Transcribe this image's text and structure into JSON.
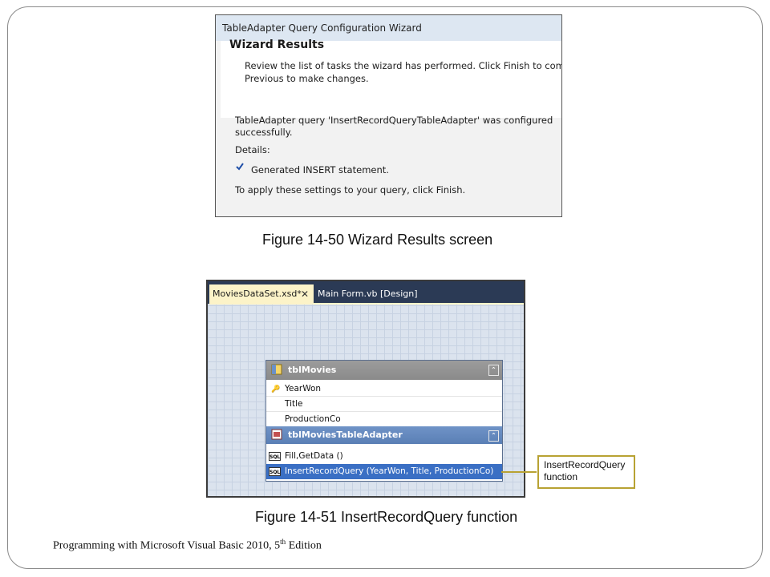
{
  "wizard": {
    "title": "TableAdapter Query Configuration Wizard",
    "heading": "Wizard Results",
    "desc_line1": "Review the list of tasks the wizard has performed. Click Finish to compl",
    "desc_line2": "Previous to make changes.",
    "result_line1": "TableAdapter query 'InsertRecordQueryTableAdapter' was configured",
    "result_line2": "successfully.",
    "details_label": "Details:",
    "detail_item": "Generated INSERT statement.",
    "apply_text": "To apply these settings to your query, click Finish."
  },
  "caption1": "Figure 14-50 Wizard Results screen",
  "designer": {
    "active_tab": "MoviesDataSet.xsd*",
    "close_glyph": "✕",
    "inactive_tab": "Main Form.vb [Design]",
    "table_name": "tblMovies",
    "columns": [
      "YearWon",
      "Title",
      "ProductionCo"
    ],
    "adapter_name": "tblMoviesTableAdapter",
    "queries": [
      "Fill,GetData ()",
      "InsertRecordQuery (YearWon, Title, ProductionCo)"
    ],
    "collapse_glyph": "⌃",
    "sql_icon_text": "SQL"
  },
  "callout": {
    "line1": "InsertRecordQuery",
    "line2": "function"
  },
  "caption2": "Figure 14-51 InsertRecordQuery function",
  "footer": {
    "text_before": "Programming with Microsoft Visual Basic 2010, 5",
    "superscript": "th",
    "text_after": " Edition"
  },
  "colors": {
    "callout_border": "#b8a233",
    "selected_row": "#3a6fc4",
    "tab_strip": "#2b3a55",
    "active_tab": "#fcf3c8"
  }
}
